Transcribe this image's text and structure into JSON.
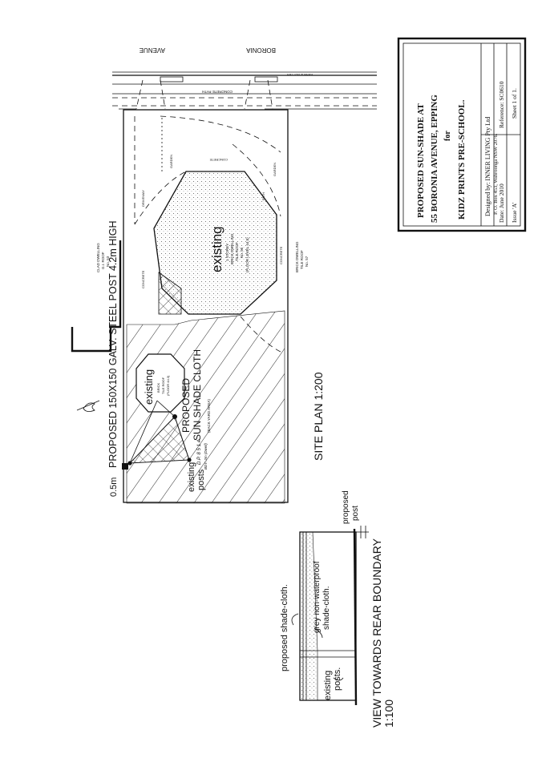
{
  "title_block": {
    "line1": "PROPOSED   SUN-SHADE   AT",
    "line2": "55  BORONIA AVENUE, EPPING",
    "line3": "for",
    "line4": "KIDZ   PRINTS   PRE-SCHOOL.",
    "designer": "Designed by:  INNER LIVING Pty Ltd",
    "address": "P. O. Box 453, Wahroonga NSW 2076.",
    "date": "Date:   June 2010",
    "reference": "Reference: SC0610",
    "issue": "Issue 'A'",
    "sheet": "Sheet 1 of 1."
  },
  "street": {
    "name_left": "AVENUE",
    "name_right": "BORONIA",
    "concrete_footpath": "CONCRETE  PATH",
    "kerb": "KERB & GUTTER"
  },
  "site_plan": {
    "title": "SITE PLAN  1:200",
    "post_note": "PROPOSED 150X150 GALV. STEEL POST 4.2m HIGH",
    "post_setback": "0.5m",
    "main_building": {
      "label": "existing",
      "sub1": "1 STOREY",
      "sub2": "BRICK DWELLING",
      "sub3": "TILE ROOF",
      "sub4": "No. 55",
      "sub5": "(FLOOR LEVEL  44.5)"
    },
    "small_building": {
      "label": "existing",
      "sub1": "BRICK",
      "sub2": "TILE ROOF",
      "sub3": "(FLOOR 44.3)"
    },
    "shade_label1": "PROPOSED",
    "shade_label2": "SUN SHADE CLOTH",
    "shade_note": "(BACK YARD AREA)",
    "existing_posts1": "existing",
    "existing_posts2": "posts",
    "dp_ref": "D.P. 8 5 1 4",
    "boundary": "BDY. 2m (Dwell)",
    "neighbour_top1": "CLAD DWELLING",
    "neighbour_top2": "G.I. ROOF",
    "neighbour_top3": "No. 53",
    "neighbour_bottom1": "BRICK DWELLING",
    "neighbour_bottom2": "TILE ROOF",
    "neighbour_bottom3": "No. 57",
    "driveway": "DRIVEWAY",
    "garden1": "GARDEN",
    "garden2": "GARDEN",
    "concrete1": "CONCRETE",
    "concrete2": "CONCRETE",
    "concrete3": "CONCRETE",
    "path": "PATH"
  },
  "elevation": {
    "title": "VIEW TOWARDS REAR BOUNDARY",
    "scale": "1:100",
    "proposed_shade": "proposed shade-cloth.",
    "grey1": "grey non-waterproof",
    "grey2": "shade-cloth.",
    "existing_posts1": "existing",
    "existing_posts2": "posts.",
    "proposed_post1": "proposed",
    "proposed_post2": "post"
  }
}
